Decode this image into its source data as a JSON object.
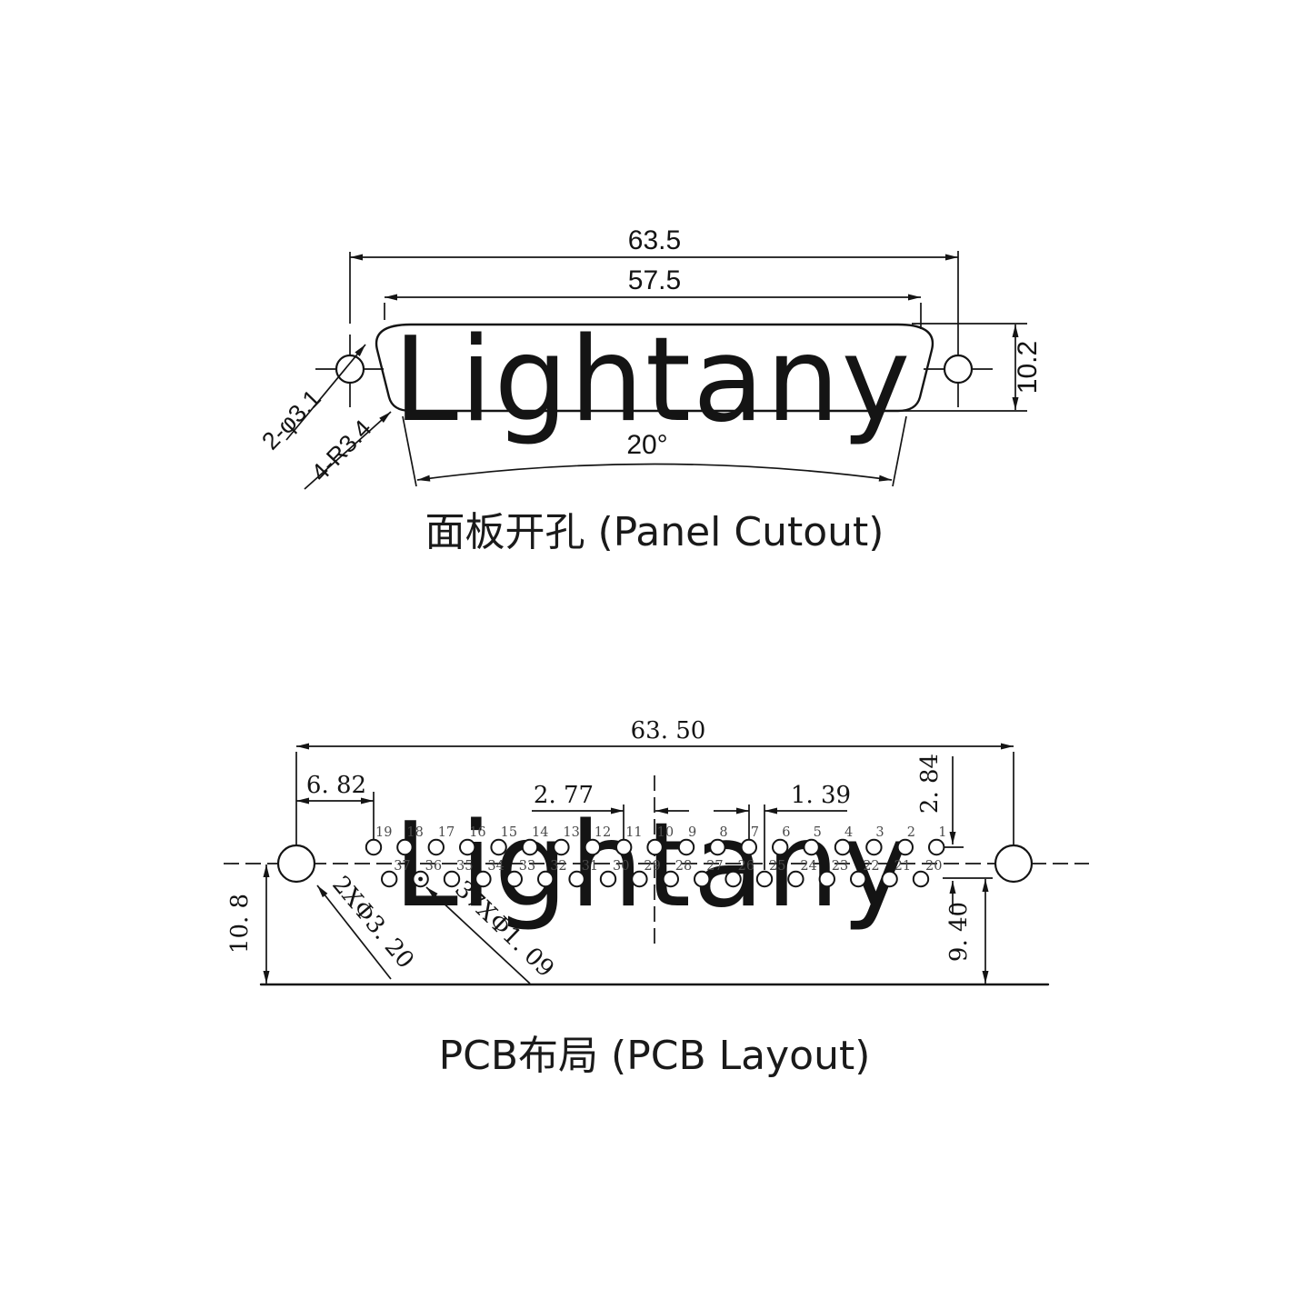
{
  "watermark": {
    "text": "Lightany",
    "color": "#f7cece"
  },
  "panel_cutout": {
    "title": "面板开孔 (Panel Cutout)",
    "dim_outer_width": "63.5",
    "dim_inner_width": "57.5",
    "dim_height": "10.2",
    "dim_angle": "20°",
    "label_mount_holes": "2-φ3.1",
    "label_corner_radius": "4-R3.4"
  },
  "pcb_layout": {
    "title": "PCB布局 (PCB Layout)",
    "dim_total_width": "63. 50",
    "dim_first_pin_offset": "6. 82",
    "dim_pin_pitch": "2. 77",
    "dim_row_offset": "1. 39",
    "dim_row_spacing": "2. 84",
    "dim_pad_height": "9. 40",
    "dim_board_height": "10. 8",
    "label_mount_holes": "2XΦ3. 20",
    "label_pin_holes": "37XΦ1. 09",
    "pins": {
      "top_row": [
        "19",
        "18",
        "17",
        "16",
        "15",
        "14",
        "13",
        "12",
        "11",
        "10",
        "9",
        "8",
        "7",
        "6",
        "5",
        "4",
        "3",
        "2",
        "1"
      ],
      "bottom_row": [
        "37",
        "36",
        "35",
        "34",
        "33",
        "32",
        "31",
        "30",
        "29",
        "28",
        "27",
        "26",
        "25",
        "24",
        "23",
        "22",
        "21",
        "20"
      ],
      "dotted_pin": "36"
    }
  }
}
